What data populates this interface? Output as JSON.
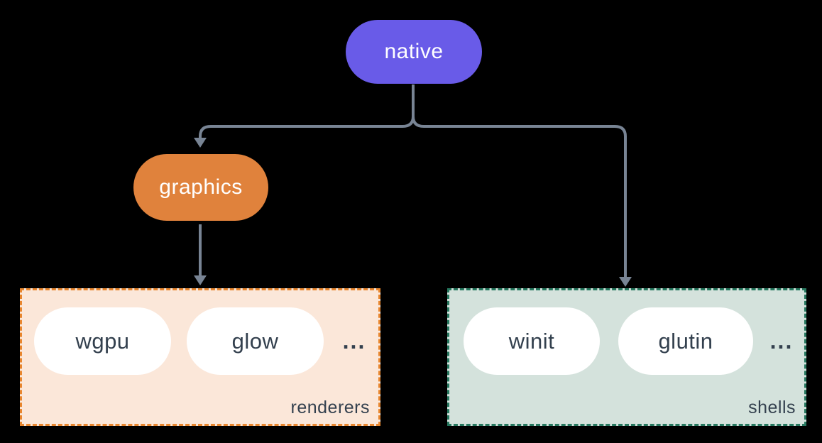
{
  "nodes": {
    "native": {
      "label": "native"
    },
    "graphics": {
      "label": "graphics"
    }
  },
  "groups": {
    "renderers": {
      "label": "renderers",
      "items": [
        "wgpu",
        "glow"
      ],
      "ellipsis": "..."
    },
    "shells": {
      "label": "shells",
      "items": [
        "winit",
        "glutin"
      ],
      "ellipsis": "..."
    }
  },
  "colors": {
    "background": "#000000",
    "native_fill": "#695be8",
    "graphics_fill": "#e0823c",
    "renderers_fill": "#fbe7d9",
    "renderers_border": "#e8862e",
    "shells_fill": "#d4e2dc",
    "shells_border": "#26785f",
    "connector": "#788494",
    "node_text": "#ffffff",
    "pill_text": "#33404e"
  }
}
